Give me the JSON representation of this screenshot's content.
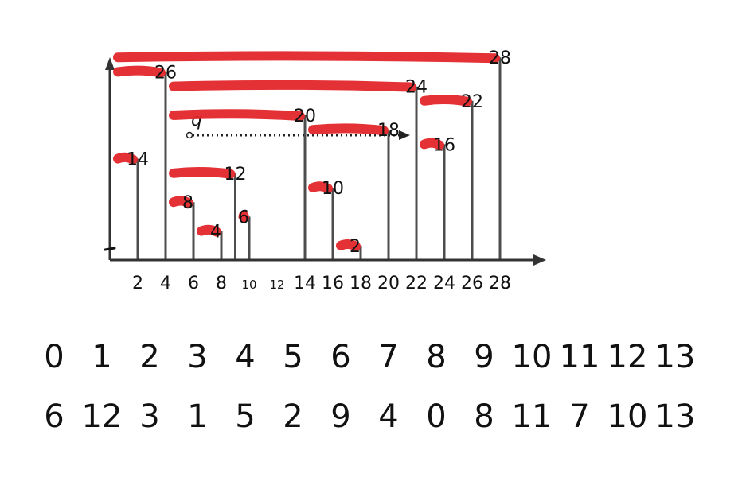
{
  "diagram": {
    "x_tick_labels": [
      "2",
      "4",
      "6",
      "8",
      "10",
      "12",
      "14",
      "16",
      "18",
      "20",
      "22",
      "24",
      "26",
      "28"
    ],
    "x_tick_values": [
      2,
      4,
      6,
      8,
      10,
      12,
      14,
      16,
      18,
      20,
      22,
      24,
      26,
      28
    ],
    "query_label": "q",
    "colors": {
      "stroke_marker": "#e3262a",
      "stem": "#4d4d4d",
      "axis": "#333333",
      "ink": "#111111",
      "query_text": "#c9a65a",
      "query_arrow": "#222222"
    },
    "stems": [
      {
        "x": 0,
        "value": 28
      },
      {
        "x": 2,
        "value": 14
      },
      {
        "x": 4,
        "value": 26
      },
      {
        "x": 6,
        "value": 8
      },
      {
        "x": 8,
        "value": 4
      },
      {
        "x": 9,
        "value": 12
      },
      {
        "x": 10,
        "value": 6
      },
      {
        "x": 14,
        "value": 20
      },
      {
        "x": 16,
        "value": 10
      },
      {
        "x": 18,
        "value": 2
      },
      {
        "x": 20,
        "value": 18
      },
      {
        "x": 22,
        "value": 24
      },
      {
        "x": 24,
        "value": 16
      },
      {
        "x": 26,
        "value": 22
      },
      {
        "x": 28,
        "value": 28
      }
    ],
    "segments": [
      {
        "label": "28",
        "from": 0,
        "to": 28
      },
      {
        "label": "26",
        "from": 0,
        "to": 4
      },
      {
        "label": "24",
        "from": 4,
        "to": 22
      },
      {
        "label": "14",
        "from": 0,
        "to": 2
      },
      {
        "label": "20",
        "from": 4,
        "to": 14
      },
      {
        "label": "12",
        "from": 4,
        "to": 9
      },
      {
        "label": "8",
        "from": 4,
        "to": 6
      },
      {
        "label": "4",
        "from": 6,
        "to": 8
      },
      {
        "label": "6",
        "from": 9,
        "to": 10
      },
      {
        "label": "18",
        "from": 14,
        "to": 20
      },
      {
        "label": "10",
        "from": 14,
        "to": 16
      },
      {
        "label": "2",
        "from": 16,
        "to": 18
      },
      {
        "label": "22",
        "from": 22,
        "to": 26
      },
      {
        "label": "16",
        "from": 22,
        "to": 24
      }
    ],
    "query": {
      "from": 4,
      "to": 22
    }
  },
  "index_row": [
    "0",
    "1",
    "2",
    "3",
    "4",
    "5",
    "6",
    "7",
    "8",
    "9",
    "10",
    "11",
    "12",
    "13"
  ],
  "value_row": [
    "6",
    "12",
    "3",
    "1",
    "5",
    "2",
    "9",
    "4",
    "0",
    "8",
    "11",
    "7",
    "10",
    "13"
  ]
}
